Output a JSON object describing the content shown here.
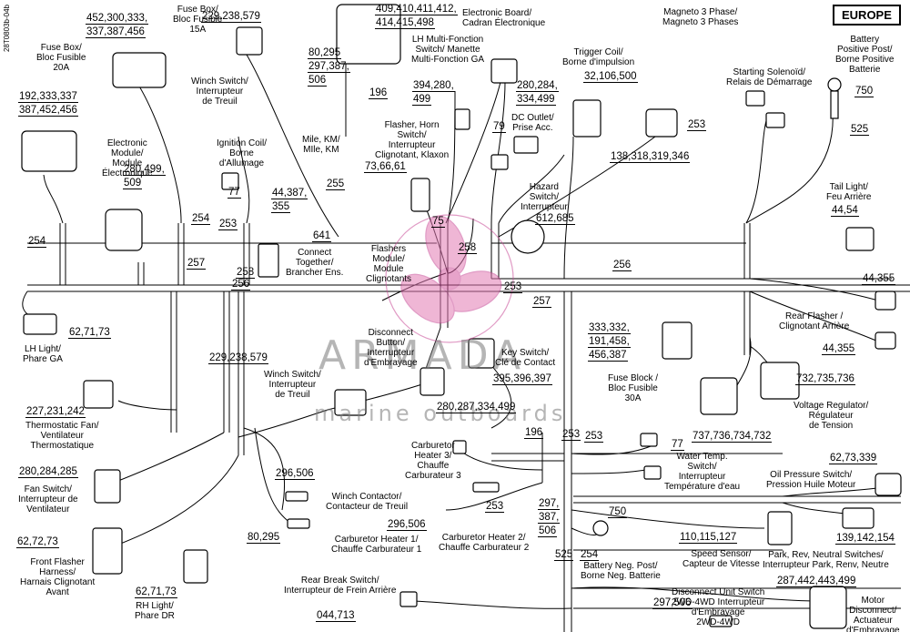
{
  "region": "EUROPE",
  "drawing_code": "28T0803b-04b",
  "watermark": {
    "brand": "ARMADA",
    "tagline": "marine outboards",
    "logo": "propeller-logo"
  },
  "components": [
    {
      "id": "fuse20",
      "lines": [
        "Fuse Box/",
        "Bloc Fusible",
        "20A"
      ]
    },
    {
      "id": "fuse15",
      "lines": [
        "Fuse Box/",
        "Bloc Fusible",
        "15A"
      ]
    },
    {
      "id": "winch-top",
      "lines": [
        "Winch Switch/",
        "Interrupteur",
        "de Treuil"
      ]
    },
    {
      "id": "ebm",
      "lines": [
        "Electronic",
        "Module/",
        "Module",
        "Électronique"
      ]
    },
    {
      "id": "ignition",
      "lines": [
        "Ignition Coil/",
        "Borne",
        "d'Allumage"
      ]
    },
    {
      "id": "mile",
      "lines": [
        "Mile, KM/",
        "MIle, KM"
      ]
    },
    {
      "id": "eboard",
      "lines": [
        "Electronic Board/",
        "Cadran Électronique"
      ]
    },
    {
      "id": "lhmulti",
      "lines": [
        "LH Multi-Fonction",
        "Switch/ Manette",
        "Multi-Fonction GA"
      ]
    },
    {
      "id": "flasher-horn",
      "lines": [
        "Flasher, Horn",
        "Switch/",
        "Interrupteur",
        "Clignotant, Klaxon"
      ]
    },
    {
      "id": "trigger",
      "lines": [
        "Trigger Coil/",
        "Borne d'impulsion"
      ]
    },
    {
      "id": "magneto",
      "lines": [
        "Magneto 3 Phase/",
        "Magneto 3 Phases"
      ]
    },
    {
      "id": "dcoutlet",
      "lines": [
        "DC Outlet/",
        "Prise Acc."
      ]
    },
    {
      "id": "solenoid",
      "lines": [
        "Starting Solenoïd/",
        "Relais de Démarrage"
      ]
    },
    {
      "id": "battpos",
      "lines": [
        "Battery",
        "Positive Post/",
        "Borne Positive",
        "Batterie"
      ]
    },
    {
      "id": "connect",
      "lines": [
        "Connect",
        "Together/",
        "Brancher Ens."
      ]
    },
    {
      "id": "flashers",
      "lines": [
        "Flashers",
        "Module/",
        "Module",
        "Clignotants"
      ]
    },
    {
      "id": "hazard",
      "lines": [
        "Hazard",
        "Switch/",
        "Interrupteur"
      ]
    },
    {
      "id": "taillight",
      "lines": [
        "Tail Light/",
        "Feu Arrière"
      ]
    },
    {
      "id": "lhlight",
      "lines": [
        "LH Light/",
        "Phare GA"
      ]
    },
    {
      "id": "disconnect-btn",
      "lines": [
        "Disconnect",
        "Button/",
        "Interrupteur",
        "d'Embrayage"
      ]
    },
    {
      "id": "keyswitch",
      "lines": [
        "Key Switch/",
        "Clé de Contact"
      ]
    },
    {
      "id": "rearflasher",
      "lines": [
        "Rear Flasher /",
        "Clignotant Arrière"
      ]
    },
    {
      "id": "fuseblock",
      "lines": [
        "Fuse Block /",
        "Bloc Fusible",
        "30A"
      ]
    },
    {
      "id": "fan-thermo",
      "lines": [
        "Thermostatic Fan/",
        "Ventilateur",
        "Thermostatique"
      ]
    },
    {
      "id": "winch-mid",
      "lines": [
        "Winch Switch/",
        "Interrupteur",
        "de Treuil"
      ]
    },
    {
      "id": "voltreg",
      "lines": [
        "Voltage Regulator/",
        "Régulateur",
        "de Tension"
      ]
    },
    {
      "id": "carb3",
      "lines": [
        "Carburetor",
        "Heater 3/",
        "Chauffe",
        "Carburateur 3"
      ]
    },
    {
      "id": "watertemp",
      "lines": [
        "Water Temp.",
        "Switch/",
        "Interrupteur",
        "Température d'eau"
      ]
    },
    {
      "id": "fanswitch",
      "lines": [
        "Fan Switch/",
        "Interrupteur de",
        "Ventilateur"
      ]
    },
    {
      "id": "winchcontactor",
      "lines": [
        "Winch Contactor/",
        "Contacteur de Treuil"
      ]
    },
    {
      "id": "oilpress",
      "lines": [
        "Oil Pressure Switch/",
        "Pression Huile Moteur"
      ]
    },
    {
      "id": "carb1",
      "lines": [
        "Carburetor Heater 1/",
        "Chauffe Carburateur 1"
      ]
    },
    {
      "id": "carb2",
      "lines": [
        "Carburetor Heater 2/",
        "Chauffe Carburateur 2"
      ]
    },
    {
      "id": "frontflasher",
      "lines": [
        "Front Flasher",
        "Harness/",
        "Harnais Clignotant",
        "Avant"
      ]
    },
    {
      "id": "battneg",
      "lines": [
        "Battery Neg. Post/",
        "Borne Neg. Batterie"
      ]
    },
    {
      "id": "speed",
      "lines": [
        "Speed Sensor/",
        "Capteur de Vitesse"
      ]
    },
    {
      "id": "park",
      "lines": [
        "Park, Rev, Neutral Switches/",
        "Interrupteur Park, Renv, Neutre"
      ]
    },
    {
      "id": "rearbreak",
      "lines": [
        "Rear Break Switch/",
        "Interrupteur de Frein Arrière"
      ]
    },
    {
      "id": "rhlight",
      "lines": [
        "RH Light/",
        "Phare DR"
      ]
    },
    {
      "id": "disc2wd",
      "lines": [
        "Disconnect Unit Switch",
        "2WD-4WD Interrupteur",
        "d'Embrayage",
        "2WD-4WD"
      ]
    },
    {
      "id": "motordisc",
      "lines": [
        "Motor",
        "Disconnect/",
        "Actuateur",
        "d'Embrayage"
      ]
    }
  ],
  "part_numbers": {
    "fuse15": [
      "452,300,333,",
      "337,387,456"
    ],
    "winch-top": [
      "229,238,579"
    ],
    "eboard": [
      "409,410,411,412,",
      "414,415,498"
    ],
    "fuse20": [
      "192,333,337",
      "387,452,456"
    ],
    "mile": [
      "80,295",
      "297,387,",
      "506"
    ],
    "trigger": [
      "32,106,500"
    ],
    "lhmulti": [
      "394,280,",
      "499"
    ],
    "lhmulti2": [
      "280,284,",
      "334,499"
    ],
    "ebm": [
      "280,499,",
      "509"
    ],
    "flasher-horn": [
      "73,66,61"
    ],
    "magneto": [
      "138,318,319,346"
    ],
    "ignition": [
      "44,387,",
      "355"
    ],
    "hazard": [
      "612,685"
    ],
    "taillight": [
      "44,54"
    ],
    "lhlight": [
      "62,71,73"
    ],
    "tail2": [
      "44,355"
    ],
    "fuseblock": [
      "333,332,",
      "191,458,",
      "456,387"
    ],
    "rearflasher": [
      "44,355"
    ],
    "winch-mid": [
      "229,238,579"
    ],
    "keyswitch": [
      "395,396,397"
    ],
    "voltreg-a": [
      "732,735,736"
    ],
    "fan-thermo": [
      "227,231,242"
    ],
    "disconnect": [
      "280,287,334,499"
    ],
    "voltreg-b": [
      "737,736,734,732"
    ],
    "fanswitch": [
      "280,284,285"
    ],
    "oilpress": [
      "62,73,339"
    ],
    "winchcontactor": [
      "296,506"
    ],
    "carb": [
      "296,506"
    ],
    "carb2": [
      "297,",
      "387,",
      "506"
    ],
    "speed": [
      "110,115,127"
    ],
    "park": [
      "139,142,154"
    ],
    "frontflasher": [
      "62,72,73"
    ],
    "winch80": [
      "80,295"
    ],
    "motordisc": [
      "287,442,443,499"
    ],
    "rhlight": [
      "62,71,73"
    ],
    "rearbreak": [
      "044,713"
    ],
    "disc2wd": [
      "297,506"
    ]
  },
  "wire_codes": [
    "196",
    "254",
    "253",
    "256",
    "257",
    "255",
    "258",
    "75",
    "641",
    "79",
    "77",
    "750",
    "525",
    "253",
    "254",
    "256",
    "258",
    "253",
    "257",
    "253",
    "77",
    "196",
    "253",
    "750",
    "525",
    "254",
    "253"
  ]
}
